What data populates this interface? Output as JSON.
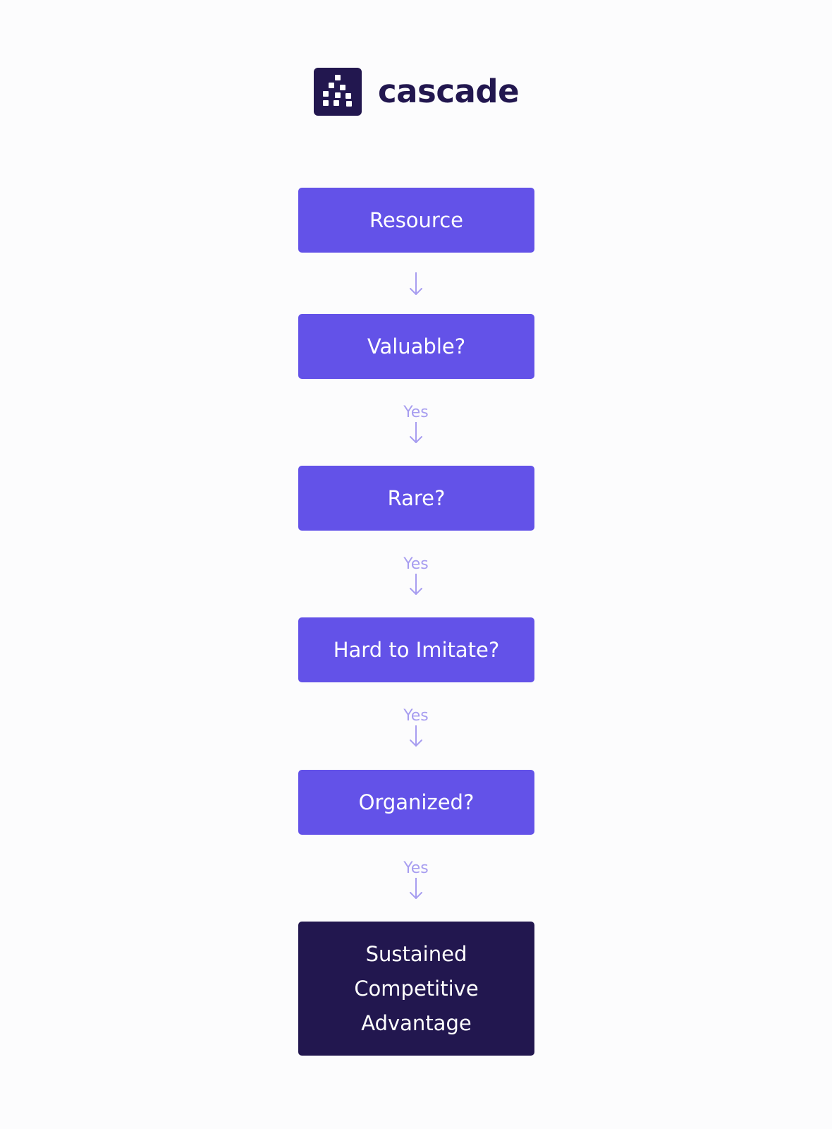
{
  "brand": {
    "name": "cascade",
    "logo_icon": "cascade-logo-icon",
    "color": "#22174f"
  },
  "colors": {
    "node": "#6352e8",
    "final_node": "#22174f",
    "connector": "#a79df0"
  },
  "flow": {
    "nodes": [
      {
        "label": "Resource"
      },
      {
        "label": "Valuable?"
      },
      {
        "label": "Rare?"
      },
      {
        "label": "Hard to Imitate?"
      },
      {
        "label": "Organized?"
      },
      {
        "label": "Sustained Competitive Advantage"
      }
    ],
    "edges": [
      {
        "label": ""
      },
      {
        "label": "Yes"
      },
      {
        "label": "Yes"
      },
      {
        "label": "Yes"
      },
      {
        "label": "Yes"
      }
    ]
  }
}
